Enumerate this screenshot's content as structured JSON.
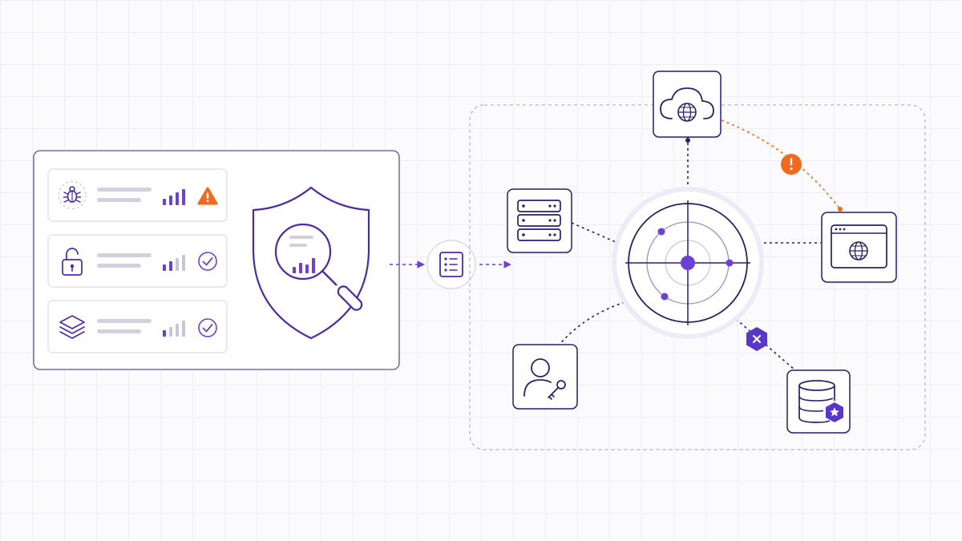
{
  "colors": {
    "primary": "#4b2aa6",
    "accent": "#6c3fd6",
    "light": "#c9c3dc",
    "card_border": "#dcdbe4",
    "alert": "#f06a1d",
    "ok": "#6c3fd6"
  },
  "findings": {
    "items": [
      {
        "icon": "bug-icon",
        "status": "warning-icon",
        "signal_level": 1.0
      },
      {
        "icon": "unlocked-padlock-icon",
        "status": "check-circle-icon",
        "signal_level": 0.5
      },
      {
        "icon": "layers-icon",
        "status": "check-circle-icon",
        "signal_level": 0.25
      }
    ],
    "center_icon": "shield-magnifier-icon"
  },
  "connector_icon": "report-list-icon",
  "radar": {
    "center_icon": "radar-icon",
    "nodes": [
      {
        "name": "cloud-node",
        "icon": "cloud-globe-icon",
        "link": "normal"
      },
      {
        "name": "web-app-node",
        "icon": "browser-globe-icon",
        "link": "alert"
      },
      {
        "name": "server-node",
        "icon": "server-rack-icon",
        "link": "normal"
      },
      {
        "name": "identity-node",
        "icon": "user-key-icon",
        "link": "normal"
      },
      {
        "name": "database-node",
        "icon": "database-badge-icon",
        "link": "blocked"
      }
    ]
  }
}
